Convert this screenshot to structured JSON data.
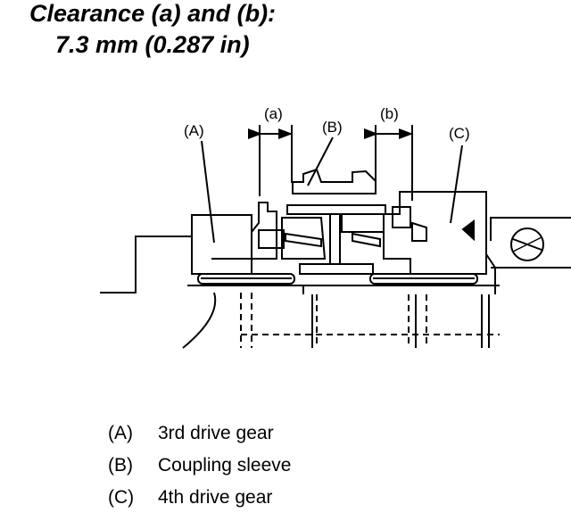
{
  "title": {
    "line1": "Clearance (a) and (b):",
    "line2": "7.3 mm (0.287 in)"
  },
  "diagram": {
    "labels": {
      "a": "(a)",
      "b": "(b)",
      "A": "(A)",
      "B": "(B)",
      "C": "(C)"
    }
  },
  "legend": [
    {
      "key": "(A)",
      "text": "3rd drive gear"
    },
    {
      "key": "(B)",
      "text": "Coupling sleeve"
    },
    {
      "key": "(C)",
      "text": "4th drive gear"
    }
  ]
}
